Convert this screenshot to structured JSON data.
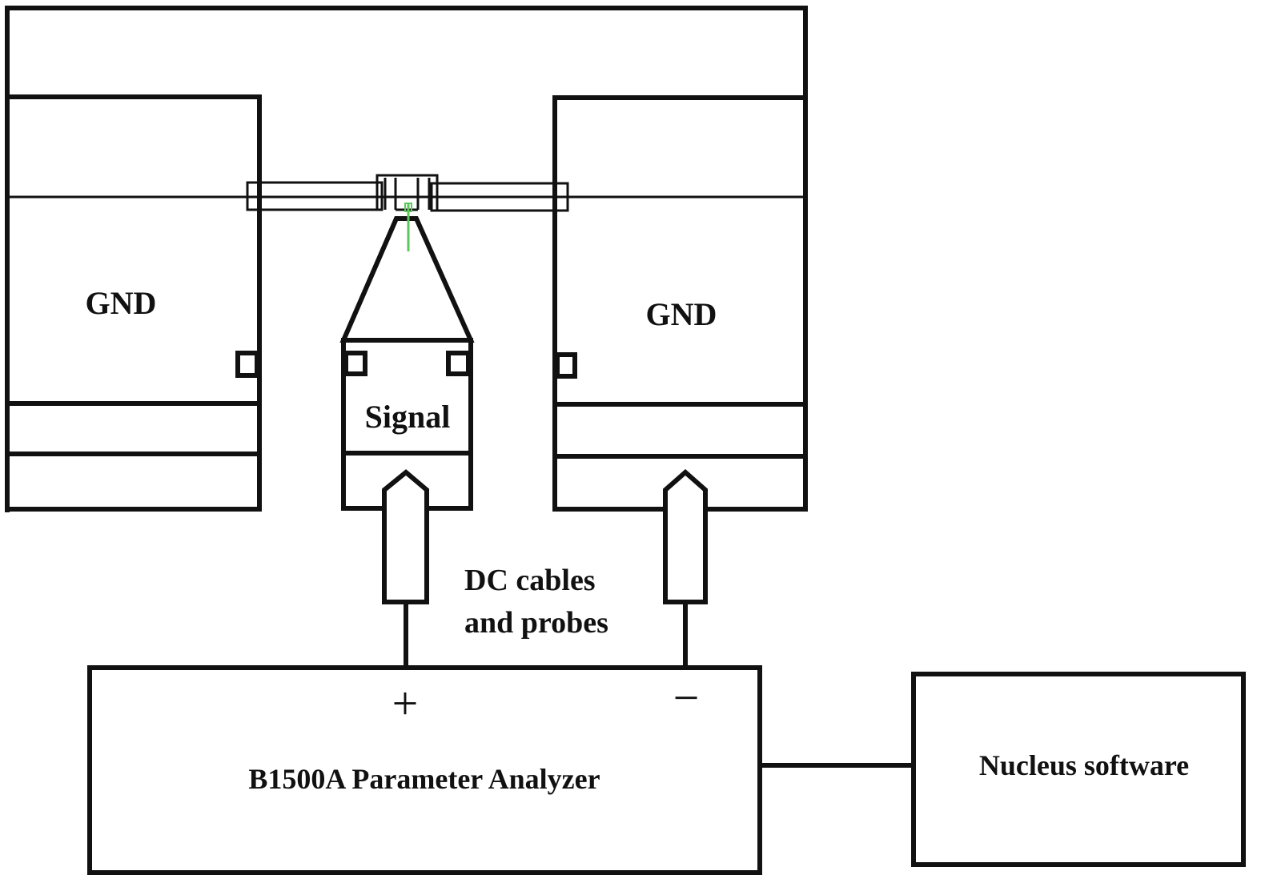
{
  "diagram": {
    "type": "measurement-setup-schematic",
    "labels": {
      "gnd_left": "GND",
      "gnd_right": "GND",
      "signal": "Signal",
      "cables_line1": "DC cables",
      "cables_line2": "and probes",
      "plus": "+",
      "minus": "−",
      "analyzer": "B1500A Parameter Analyzer",
      "software": "Nucleus software"
    },
    "colors": {
      "line": "#111111",
      "probe_tip": "#5cc85c",
      "background": "#ffffff"
    },
    "components": [
      {
        "id": "chassis-frame",
        "label": ""
      },
      {
        "id": "gnd-block-left",
        "label": "GND"
      },
      {
        "id": "gnd-block-right",
        "label": "GND"
      },
      {
        "id": "signal-probe",
        "label": "Signal"
      },
      {
        "id": "device-beam",
        "label": ""
      },
      {
        "id": "dc-cable-plus",
        "label": "DC cables and probes"
      },
      {
        "id": "dc-cable-minus",
        "label": "DC cables and probes"
      },
      {
        "id": "parameter-analyzer",
        "label": "B1500A Parameter Analyzer"
      },
      {
        "id": "nucleus-software",
        "label": "Nucleus software"
      }
    ],
    "connections": [
      {
        "from": "signal-probe",
        "to": "parameter-analyzer",
        "terminal": "+"
      },
      {
        "from": "gnd-block-right",
        "to": "parameter-analyzer",
        "terminal": "−"
      },
      {
        "from": "parameter-analyzer",
        "to": "nucleus-software",
        "terminal": ""
      }
    ]
  }
}
